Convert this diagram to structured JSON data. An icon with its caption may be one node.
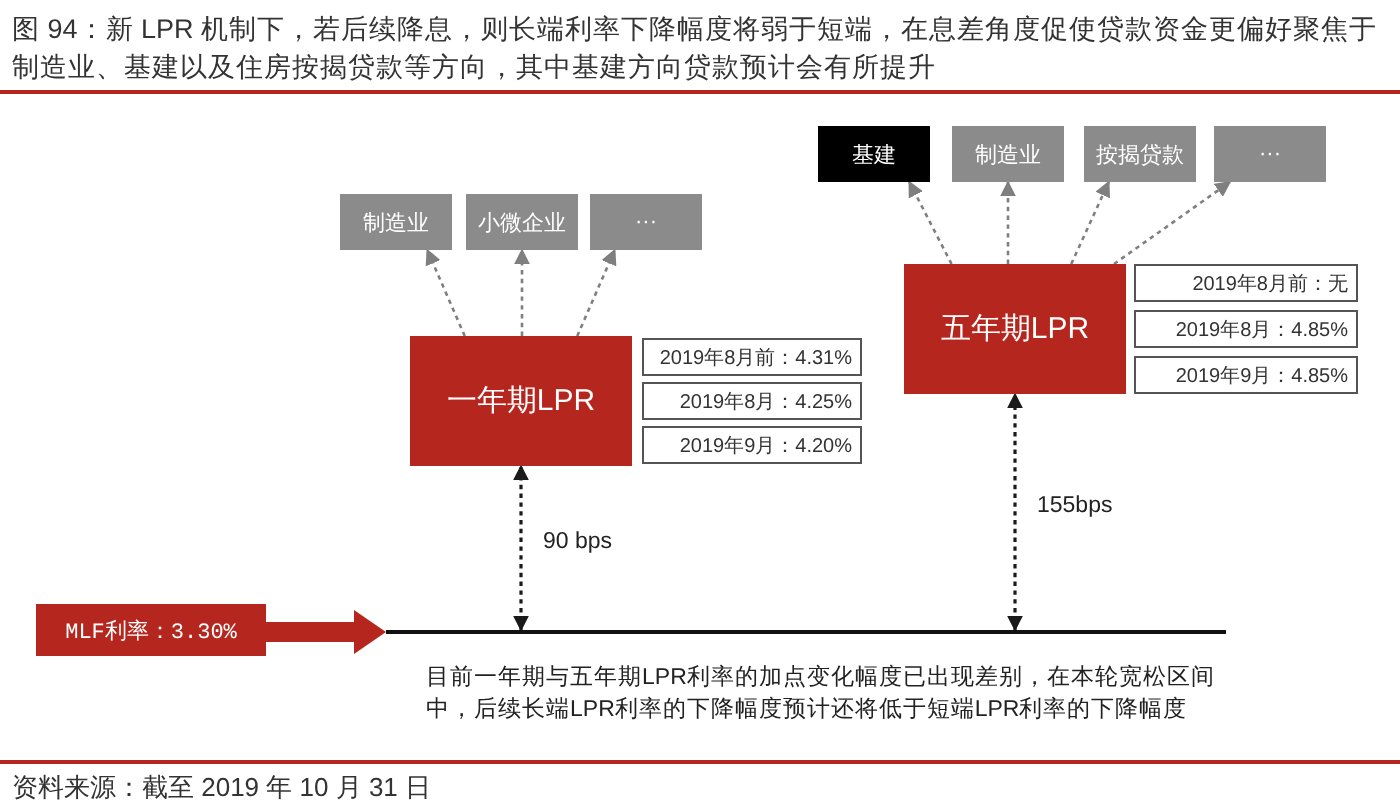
{
  "diagram": {
    "title": "图 94：新 LPR 机制下，若后续降息，则长端利率下降幅度将弱于短端，在息差角度促使贷款资金更偏好聚焦于制造业、基建以及住房按揭贷款等方向，其中基建方向贷款预计会有所提升",
    "caption": "资料来源：截至 2019 年 10 月 31 日",
    "nodes": [
      {
        "text": [
          "制造业"
        ]
      },
      {
        "text": [
          "小微企业"
        ]
      },
      {
        "text": [
          "···"
        ]
      },
      {
        "text": [
          "一年期LPR"
        ]
      },
      {
        "text": [
          "2019年8月前：4.31%"
        ]
      },
      {
        "text": [
          "2019年8月：4.25%"
        ]
      },
      {
        "text": [
          "2019年9月：4.20%"
        ]
      },
      {
        "text": [
          "基建"
        ]
      },
      {
        "text": [
          "制造业"
        ]
      },
      {
        "text": [
          "按揭贷款"
        ]
      },
      {
        "text": [
          "···"
        ]
      },
      {
        "text": [
          "五年期LPR"
        ]
      },
      {
        "text": [
          "2019年8月前：无"
        ]
      },
      {
        "text": [
          "2019年8月：4.85%"
        ]
      },
      {
        "text": [
          "2019年9月：4.85%"
        ]
      },
      {
        "text": [
          "MLF利率：3.30%"
        ]
      },
      {
        "text": [],
        "shape": "line"
      }
    ],
    "edges": [
      {
        "from": 3,
        "to": 0,
        "arrow": "to",
        "style": "dashed"
      },
      {
        "from": 3,
        "to": 1,
        "arrow": "to",
        "style": "dashed"
      },
      {
        "from": 3,
        "to": 2,
        "arrow": "to",
        "style": "dashed"
      },
      {
        "from": 11,
        "to": 7,
        "arrow": "to",
        "style": "dashed"
      },
      {
        "from": 11,
        "to": 8,
        "arrow": "to",
        "style": "dashed"
      },
      {
        "from": 11,
        "to": 9,
        "arrow": "to",
        "style": "dashed"
      },
      {
        "from": 11,
        "to": 10,
        "arrow": "to",
        "style": "dashed"
      },
      {
        "from": 16,
        "to": 3,
        "arrow": "both",
        "style": "dashed",
        "color": "#1a1a1a",
        "label": "90 bps"
      },
      {
        "from": 16,
        "to": 11,
        "arrow": "both",
        "style": "dashed",
        "color": "#1a1a1a",
        "label": "155bps"
      },
      {
        "from": 15,
        "to": 16,
        "arrow": "to",
        "style": "thick",
        "color": "#b5261e"
      }
    ],
    "labels": [
      "目前一年期与五年期LPR利率的加点变化幅度已出现差别，在本轮宽松区间中，后续长端LPR利率的下降幅度预计还将低于短端LPR利率的下降幅度"
    ]
  }
}
